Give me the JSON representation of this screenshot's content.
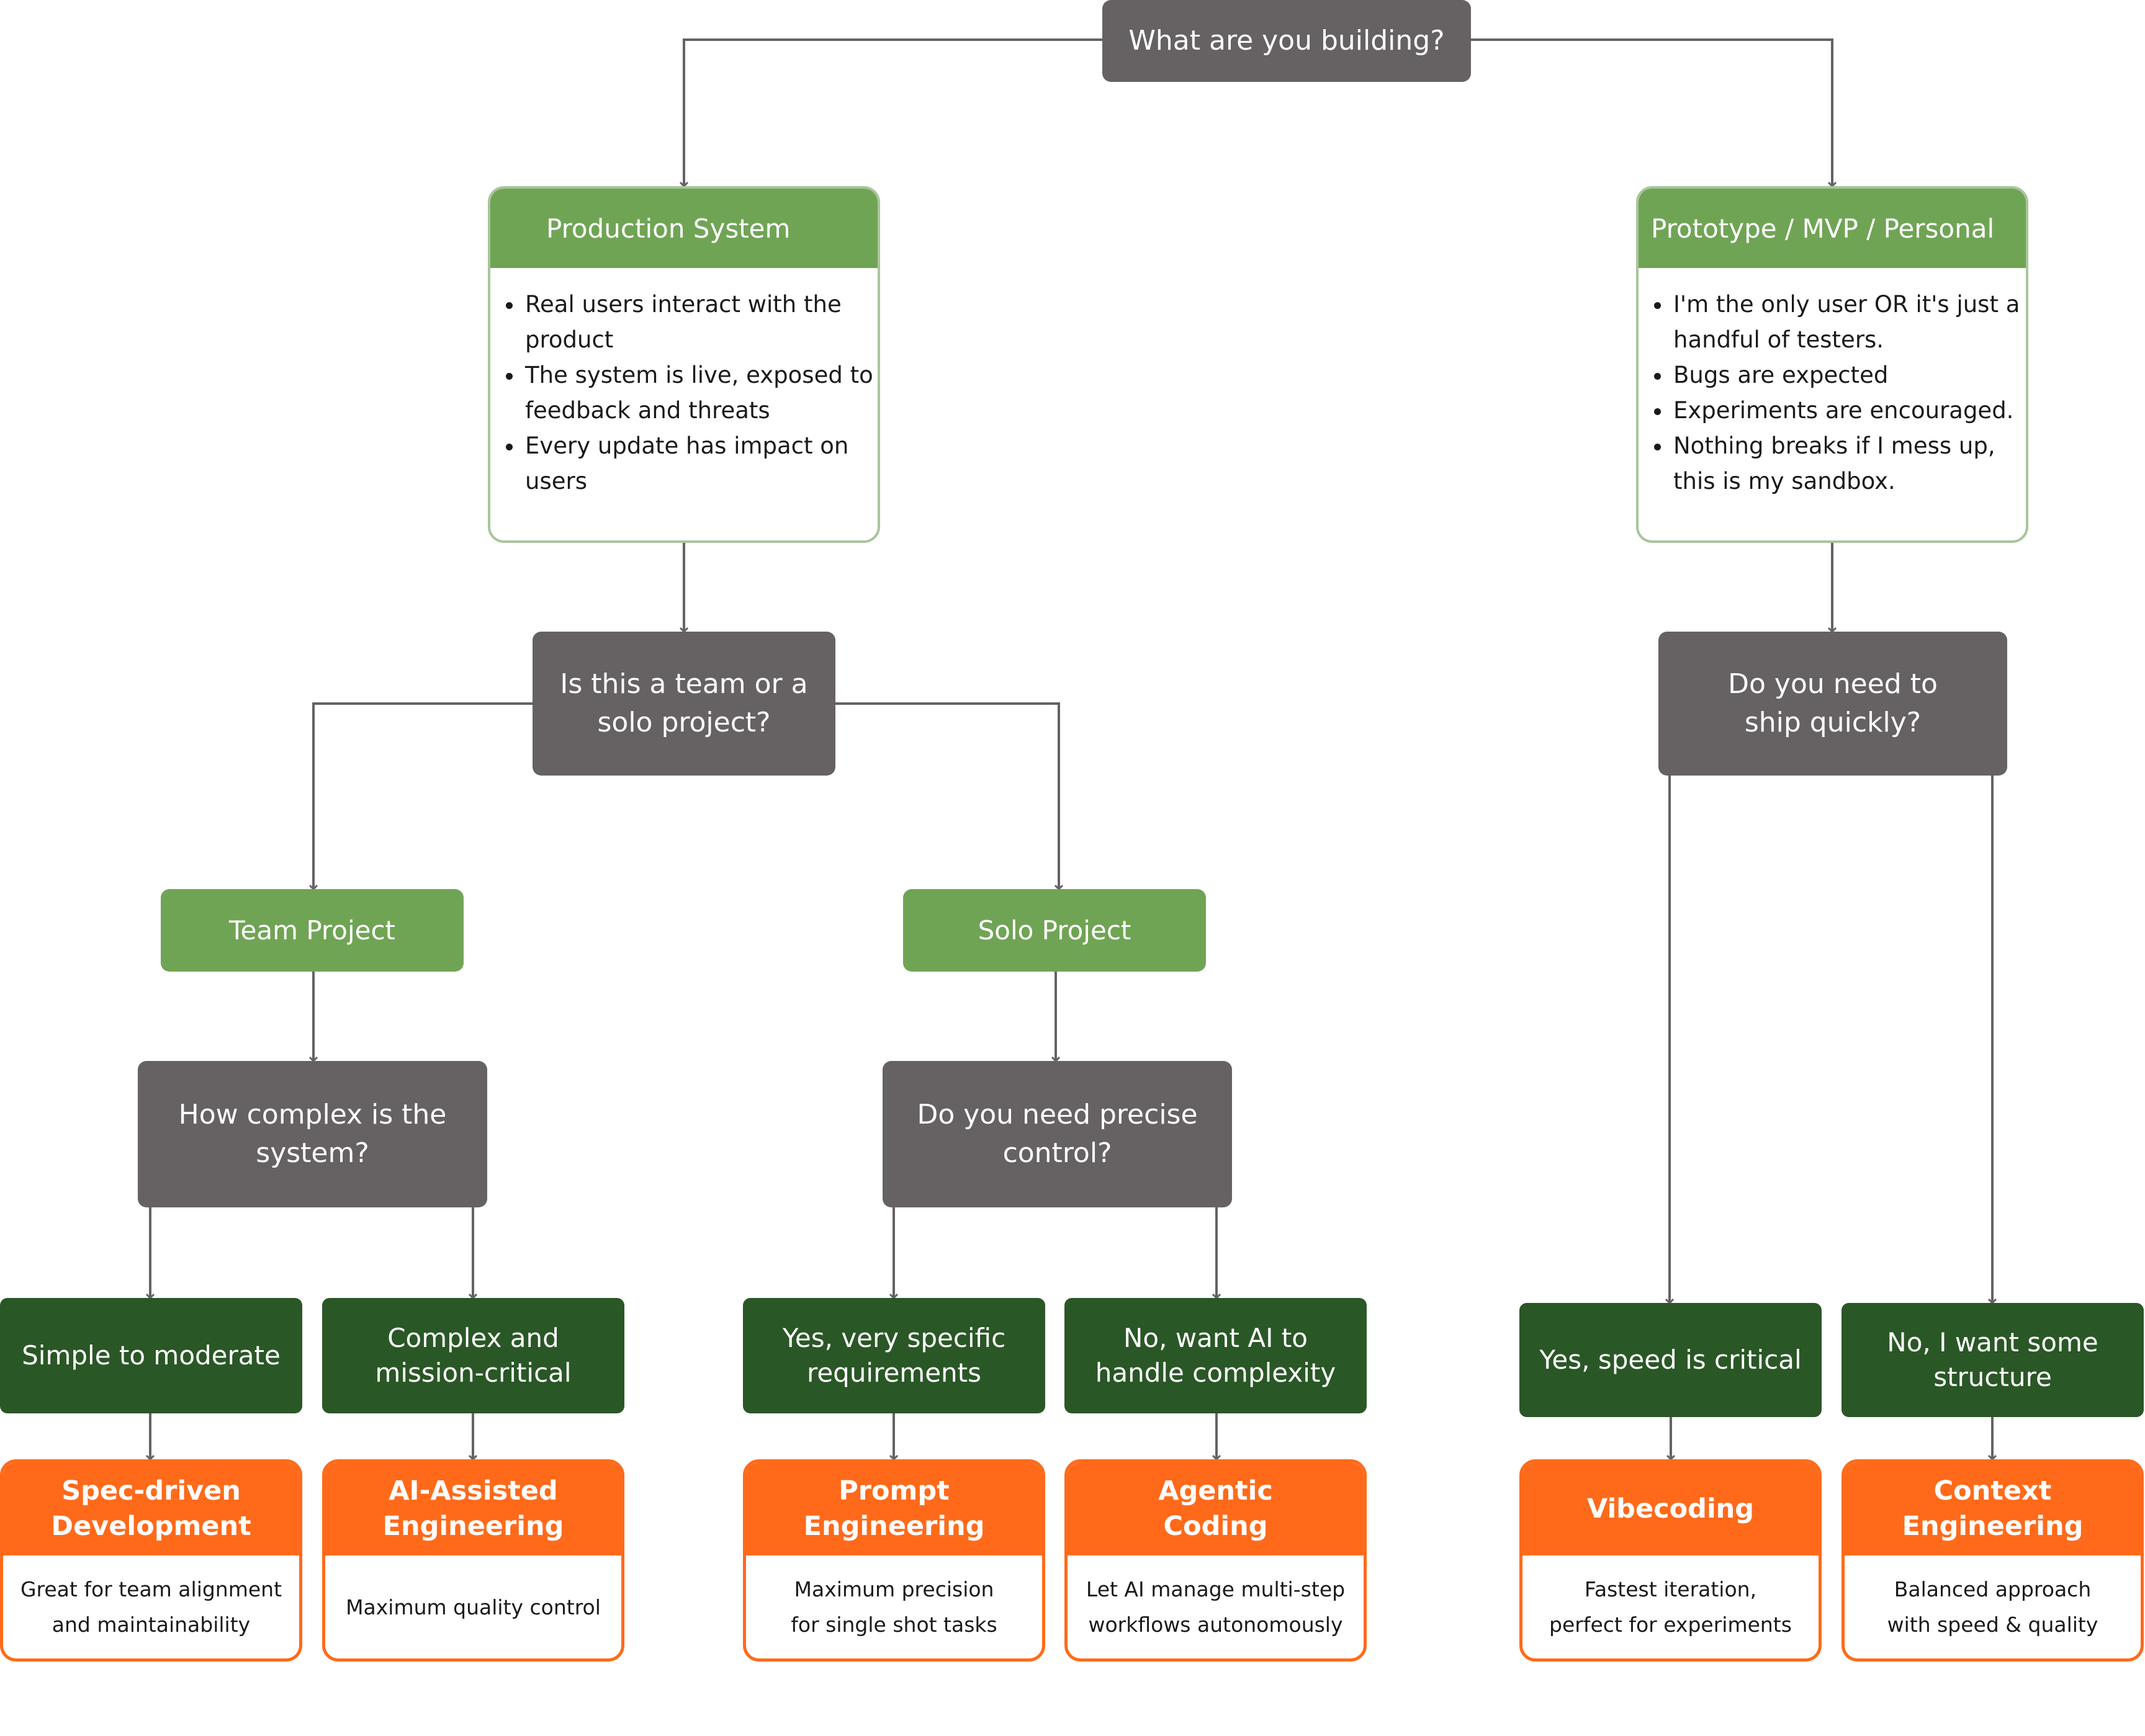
{
  "root": {
    "question": "What are you building?"
  },
  "production": {
    "title": "Production System",
    "bullets": [
      "Real users interact with the product",
      "The system is live, exposed to feedback and threats",
      "Every update has impact on users"
    ]
  },
  "prototype": {
    "title": "Prototype / MVP / Personal",
    "bullets": [
      "I'm the only user OR it's just a handful of testers.",
      "Bugs are expected",
      "Experiments are encouraged.",
      "Nothing breaks if I mess up, this is my sandbox."
    ]
  },
  "team_or_solo": {
    "question": "Is this a team or a solo project?"
  },
  "ship_quickly": {
    "question": "Do you need to ship quickly?"
  },
  "team": {
    "title": "Team Project"
  },
  "solo": {
    "title": "Solo Project"
  },
  "complexity": {
    "question": "How complex is the system?"
  },
  "precise": {
    "question": "Do you need precise control?"
  },
  "options": {
    "simple": "Simple to moderate",
    "complex": "Complex and mission-critical",
    "yes_specific": "Yes, very specific requirements",
    "no_ai": "No, want AI to handle complexity",
    "yes_speed": "Yes, speed is critical",
    "no_structure": "No, I want some structure"
  },
  "results": {
    "spec": {
      "title": "Spec-driven Development",
      "desc": "Great for team alignment and maintainability"
    },
    "ai_assisted": {
      "title": "AI-Assisted Engineering",
      "desc": "Maximum quality control"
    },
    "prompt": {
      "title": "Prompt Engineering",
      "desc": "Maximum precision for single shot tasks"
    },
    "agentic": {
      "title": "Agentic Coding",
      "desc": "Let AI manage multi-step workflows autonomously"
    },
    "vibecoding": {
      "title": "Vibecoding",
      "desc": "Fastest iteration, perfect for experiments"
    },
    "context": {
      "title": "Context Engineering",
      "desc": "Balanced approach with speed & quality"
    }
  },
  "colors": {
    "question": "#666263",
    "category": "#70a455",
    "option": "#2a5726",
    "result": "#ff6a1a",
    "connector": "#666263"
  }
}
